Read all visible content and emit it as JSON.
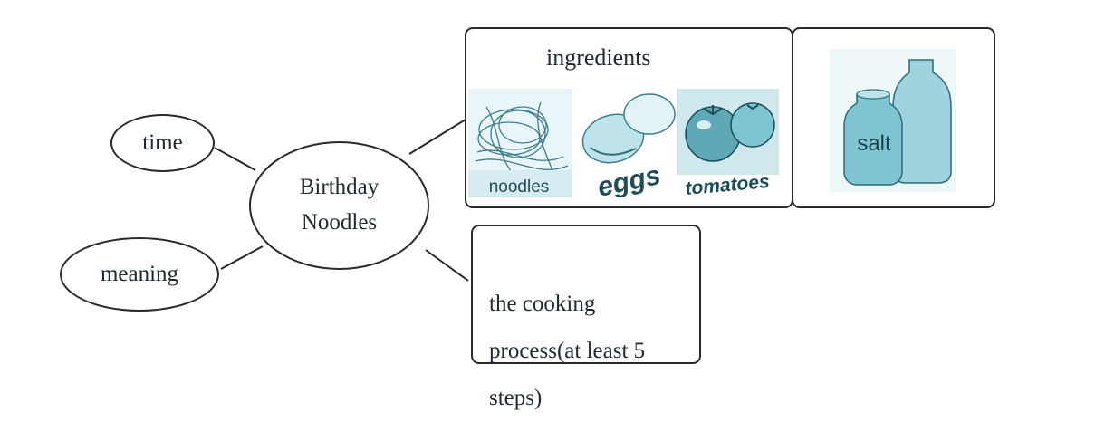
{
  "center": {
    "line1": "Birthday",
    "line2": "Noodles"
  },
  "time_label": "time",
  "meaning_label": "meaning",
  "ingredients": {
    "title": "ingredients",
    "items": [
      {
        "label": "noodles",
        "icon": "noodles-icon"
      },
      {
        "label": "eggs",
        "icon": "eggs-icon"
      },
      {
        "label": "tomatoes",
        "icon": "tomatoes-icon"
      }
    ]
  },
  "salt": {
    "label": "salt",
    "icon": "salt-jars-icon"
  },
  "process": {
    "text": "the cooking\nprocess(at least 5\n steps)"
  },
  "colors": {
    "tint": "#7fc4d3",
    "tint_dark": "#2f6b78",
    "line": "#2a2a2a"
  }
}
